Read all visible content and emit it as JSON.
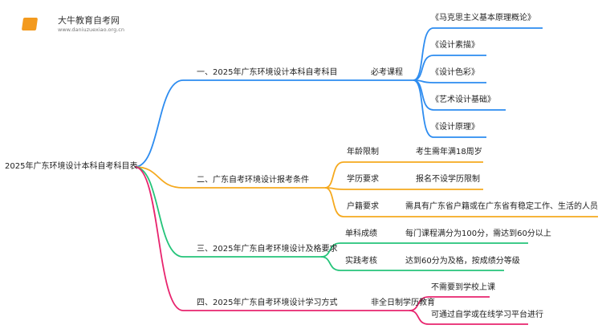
{
  "logo": {
    "name": "大牛教育自考网",
    "url": "www.daniuzuexiao.org.cn"
  },
  "root": "2025年广东环境设计本科自考科目表",
  "colors": {
    "b1": "#2d8cf0",
    "b2": "#f5a91e",
    "b3": "#25c47a",
    "b4": "#e8246e"
  },
  "branches": [
    {
      "label": "一、2025年广东环境设计本科自考科目",
      "child": "必考课程",
      "leaves": [
        "《马克思主义基本原理概论》",
        "《设计素描》",
        "《设计色彩》",
        "《艺术设计基础》",
        "《设计原理》"
      ]
    },
    {
      "label": "二、广东自考环境设计报考条件",
      "items": [
        {
          "k": "年龄限制",
          "v": "考生需年满18周岁"
        },
        {
          "k": "学历要求",
          "v": "报名不设学历限制"
        },
        {
          "k": "户籍要求",
          "v": "需具有广东省户籍或在广东省有稳定工作、生活的人员"
        }
      ]
    },
    {
      "label": "三、2025年广东自考环境设计及格要求",
      "items": [
        {
          "k": "单科成绩",
          "v": "每门课程满分为100分，需达到60分以上"
        },
        {
          "k": "实践考核",
          "v": "达到60分为及格，按成绩分等级"
        }
      ]
    },
    {
      "label": "四、2025年广东自考环境设计学习方式",
      "child": "非全日制学历教育",
      "leaves": [
        "不需要到学校上课",
        "可通过自学或在线学习平台进行"
      ]
    }
  ]
}
